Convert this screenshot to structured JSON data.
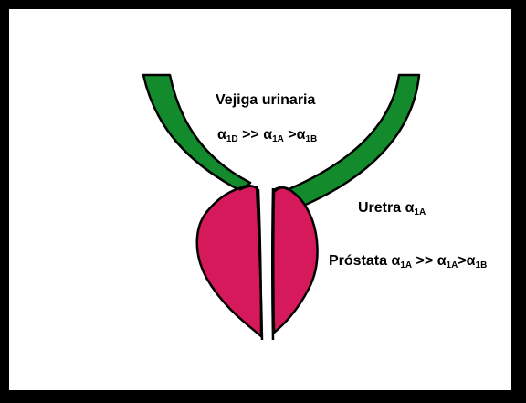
{
  "diagram": {
    "colors": {
      "bladder_wall": "#138a2c",
      "prostate": "#d6195a",
      "outline": "#000000",
      "frame": "#000000"
    },
    "labels": {
      "bladder": "Vejiga urinaria",
      "bladder_alpha": {
        "a": "α",
        "s1": "1D",
        "sep1": " >> ",
        "b": "α",
        "s2": "1A",
        "sep2": " >",
        "c": "α",
        "s3": "1B"
      },
      "urethra": {
        "text": "Uretra ",
        "a": "α",
        "s1": "1A"
      },
      "prostate": {
        "text": "Próstata ",
        "a": "α",
        "s1": "1A",
        "sep1": " >> ",
        "b": "α",
        "s2": "1A",
        "sep2": ">",
        "c": "α",
        "s3": "1B"
      }
    }
  }
}
